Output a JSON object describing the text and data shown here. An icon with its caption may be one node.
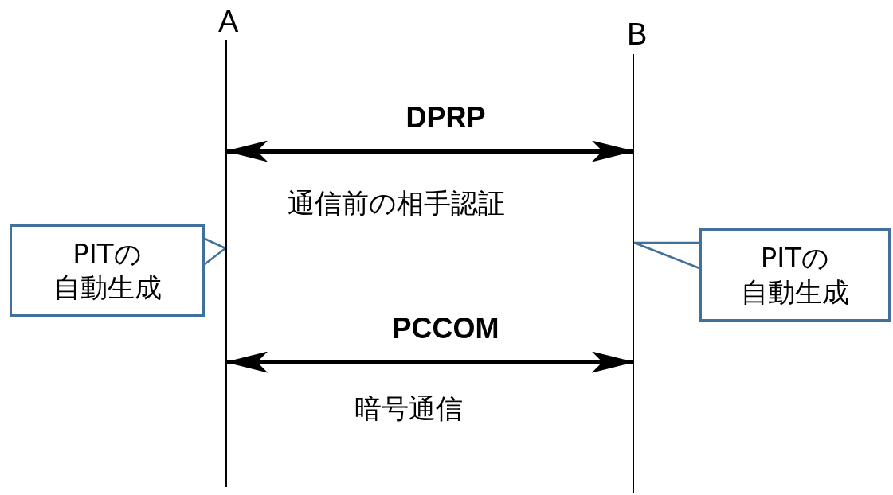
{
  "diagram": {
    "nodes": [
      {
        "text": [
          "A"
        ]
      },
      {
        "text": [
          "B"
        ]
      },
      {
        "text": [
          "PITの",
          "自動生成"
        ]
      },
      {
        "text": [
          "PITの",
          "自動生成"
        ]
      }
    ],
    "edges": [
      {
        "from": 0,
        "to": 1,
        "arrow": "both",
        "label": "DPRP",
        "style": "thick"
      },
      {
        "from": 0,
        "to": 1,
        "arrow": "both",
        "label": "PCCOM",
        "style": "thick"
      },
      {
        "from": 2,
        "to": 0,
        "arrow": "none",
        "color": "#41709c"
      },
      {
        "from": 3,
        "to": 1,
        "arrow": "none",
        "color": "#41709c"
      }
    ],
    "labels": [
      "通信前の相手認証",
      "暗号通信"
    ]
  }
}
